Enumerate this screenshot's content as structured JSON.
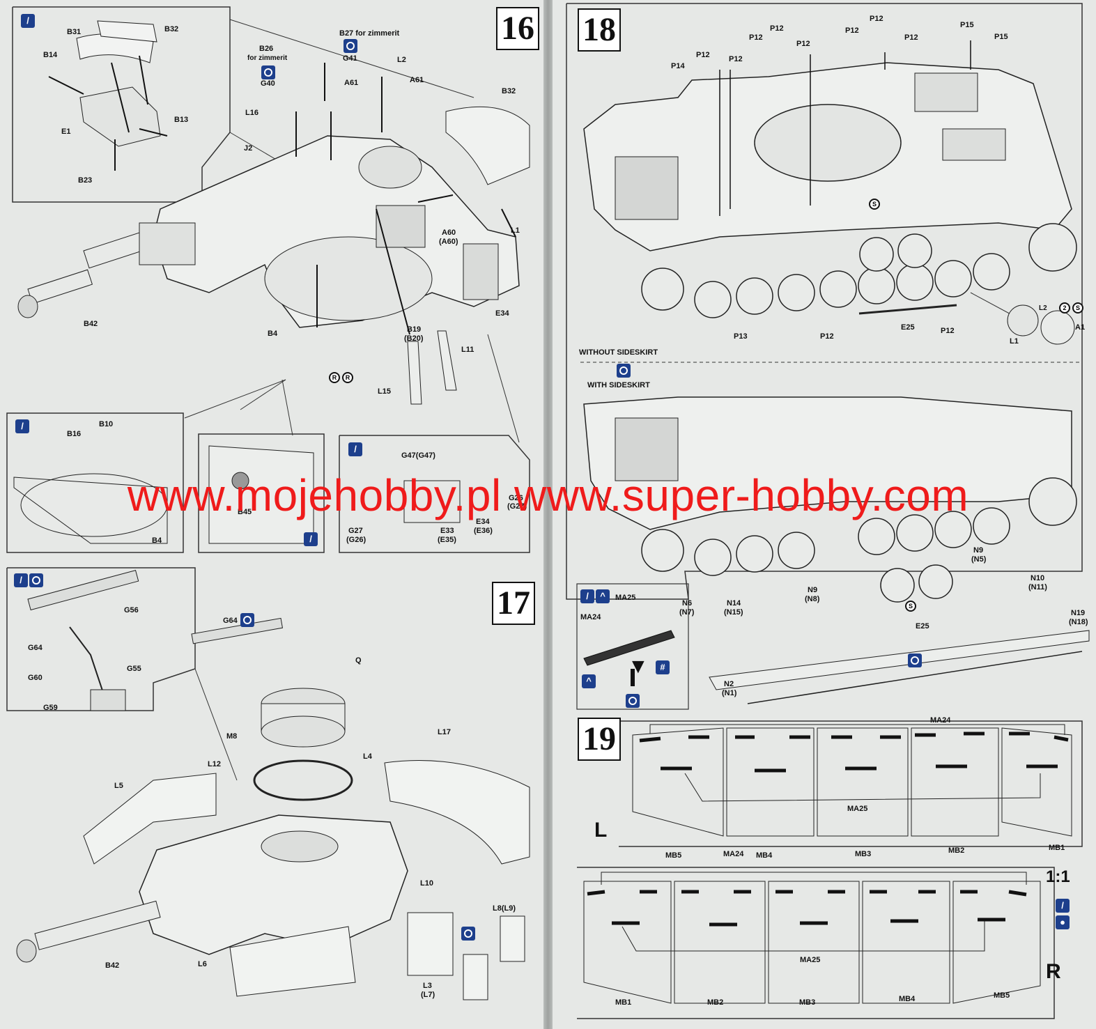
{
  "steps": {
    "s16": "16",
    "s17": "17",
    "s18": "18",
    "s19": "19"
  },
  "watermark": "www.mojehobby.pl www.super-hobby.com",
  "step16": {
    "labels": {
      "b32a": "B32",
      "b31": "B31",
      "b14": "B14",
      "e1": "E1",
      "b13": "B13",
      "b23": "B23",
      "b26": "B26",
      "b26note": "for zimmerit",
      "g40": "G40",
      "b27": "B27 for zimmerit",
      "g41": "G41",
      "l2": "L2",
      "a61a": "A61",
      "a61b": "A61",
      "l16": "L16",
      "j2": "J2",
      "b32b": "B32",
      "a60": "A60",
      "a60b": "(A60)",
      "l1": "L1",
      "e34": "E34",
      "b42": "B42",
      "b4": "B4",
      "b19": "B19",
      "b20": "(B20)",
      "l11": "L11",
      "l15": "L15",
      "b10": "B10",
      "b16": "B16",
      "b4b": "B4",
      "b45": "B45",
      "g47": "G47(G47)",
      "g26": "G26",
      "g27": "(G27)",
      "g27b": "G27",
      "g26b": "(G26)",
      "e33": "E33",
      "e35": "(E35)",
      "e34b": "E34",
      "e36": "(E36)"
    }
  },
  "step17": {
    "labels": {
      "g56": "G56",
      "g64": "G64",
      "g60": "G60",
      "g55": "G55",
      "g59": "G59",
      "g64b": "G64",
      "q": "Q",
      "m8": "M8",
      "l4": "L4",
      "l12": "L12",
      "l17": "L17",
      "l5": "L5",
      "l10": "L10",
      "l8": "L8(L9)",
      "b42": "B42",
      "l6": "L6",
      "l3": "L3",
      "l7": "(L7)"
    }
  },
  "step18": {
    "labels": {
      "p15a": "P15",
      "p15b": "P15",
      "p12a": "P12",
      "p12b": "P12",
      "p12c": "P12",
      "p12d": "P12",
      "p12e": "P12",
      "p12f": "P12",
      "p12g": "P12",
      "p14": "P14",
      "p12h": "P12",
      "p13": "P13",
      "p12i": "P12",
      "e25": "E25",
      "p12j": "P12",
      "l2": "L2",
      "a1": "A1",
      "l1": "L1",
      "without": "WITHOUT SIDESKIRT",
      "with": "WITH SIDESKIRT",
      "ma25": "MA25",
      "ma24": "MA24",
      "n6": "N6",
      "n7": "(N7)",
      "n14": "N14",
      "n15": "(N15)",
      "n9a": "N9",
      "n8": "(N8)",
      "n9b": "N9",
      "n5": "(N5)",
      "n10": "N10",
      "n11": "(N11)",
      "e25b": "E25",
      "n19": "N19",
      "n18": "(N18)",
      "n2": "N2",
      "n1": "(N1)"
    }
  },
  "step19": {
    "labels": {
      "ma24a": "MA24",
      "ma25a": "MA25",
      "L": "L",
      "mb5a": "MB5",
      "mb4a": "MB4",
      "mb3a": "MB3",
      "mb2a": "MB2",
      "mb1a": "MB1",
      "ma24b": "MA24",
      "scale": "1:1",
      "ma25b": "MA25",
      "R": "R",
      "mb1b": "MB1",
      "mb2b": "MB2",
      "mb3b": "MB3",
      "mb4b": "MB4",
      "mb5b": "MB5"
    }
  },
  "icons": {
    "paint": "paint-brush-icon",
    "cement": "cement-icon",
    "marker_s": "S",
    "marker_r": "R",
    "marker_2": "2"
  }
}
